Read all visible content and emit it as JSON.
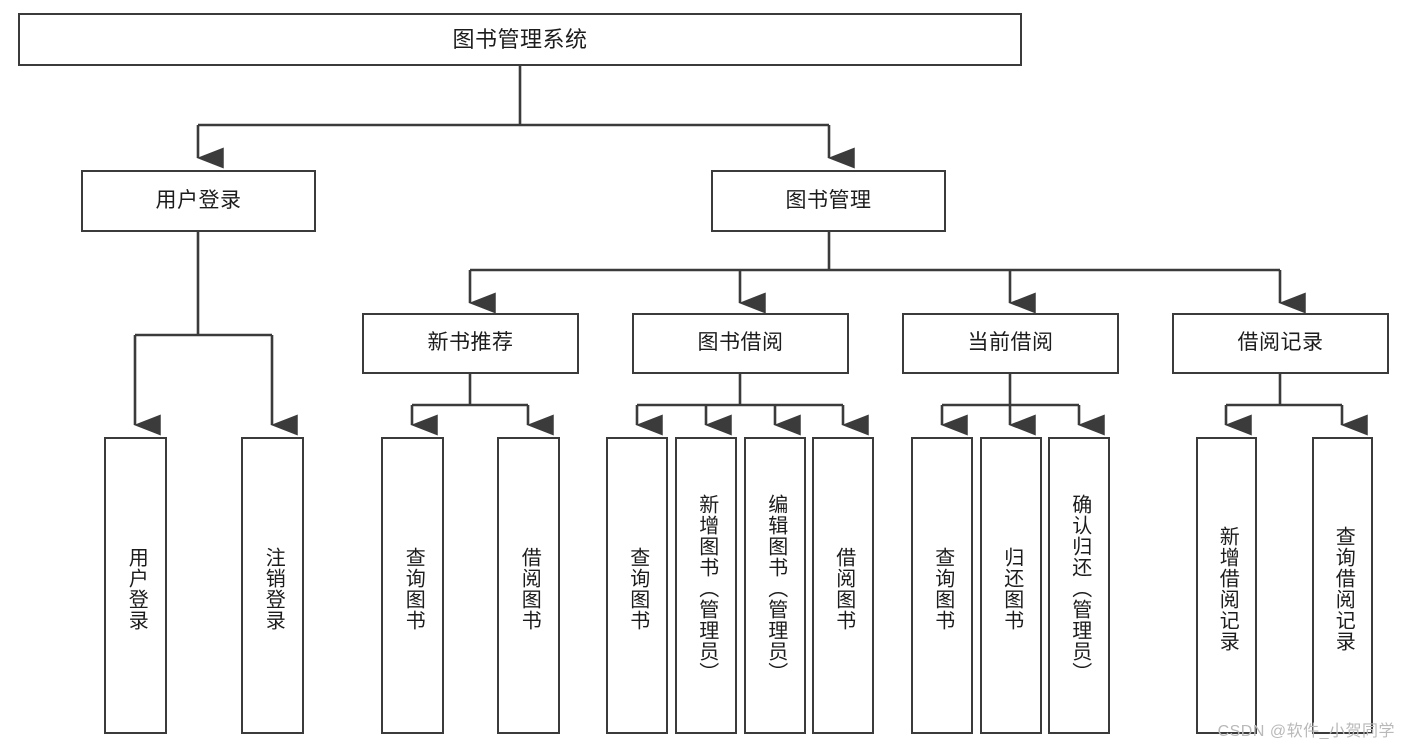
{
  "diagram": {
    "title": "图书管理系统",
    "type": "tree",
    "stroke_color": "#3b3b3b",
    "fill_color": "#ffffff",
    "background": "#ffffff",
    "text_color": "#1c1c1c"
  },
  "nodes": {
    "root": {
      "label": "图书管理系统"
    },
    "level2": [
      {
        "label": "用户登录"
      },
      {
        "label": "图书管理"
      }
    ],
    "level3": [
      {
        "label": "新书推荐"
      },
      {
        "label": "图书借阅"
      },
      {
        "label": "当前借阅"
      },
      {
        "label": "借阅记录"
      }
    ],
    "leaves": {
      "user_login": [
        {
          "label": "用户登录"
        },
        {
          "label": "注销登录"
        }
      ],
      "new_book": [
        {
          "label": "查询图书"
        },
        {
          "label": "借阅图书"
        }
      ],
      "book_borrow": [
        {
          "label": "查询图书"
        },
        {
          "label": "新增图书（管理员）"
        },
        {
          "label": "编辑图书（管理员）"
        },
        {
          "label": "借阅图书"
        }
      ],
      "current_borrow": [
        {
          "label": "查询图书"
        },
        {
          "label": "归还图书"
        },
        {
          "label": "确认归还（管理员）"
        }
      ],
      "borrow_record": [
        {
          "label": "新增借阅记录"
        },
        {
          "label": "查询借阅记录"
        }
      ]
    }
  },
  "watermark": {
    "text": "CSDN @软件_小贺同学"
  }
}
